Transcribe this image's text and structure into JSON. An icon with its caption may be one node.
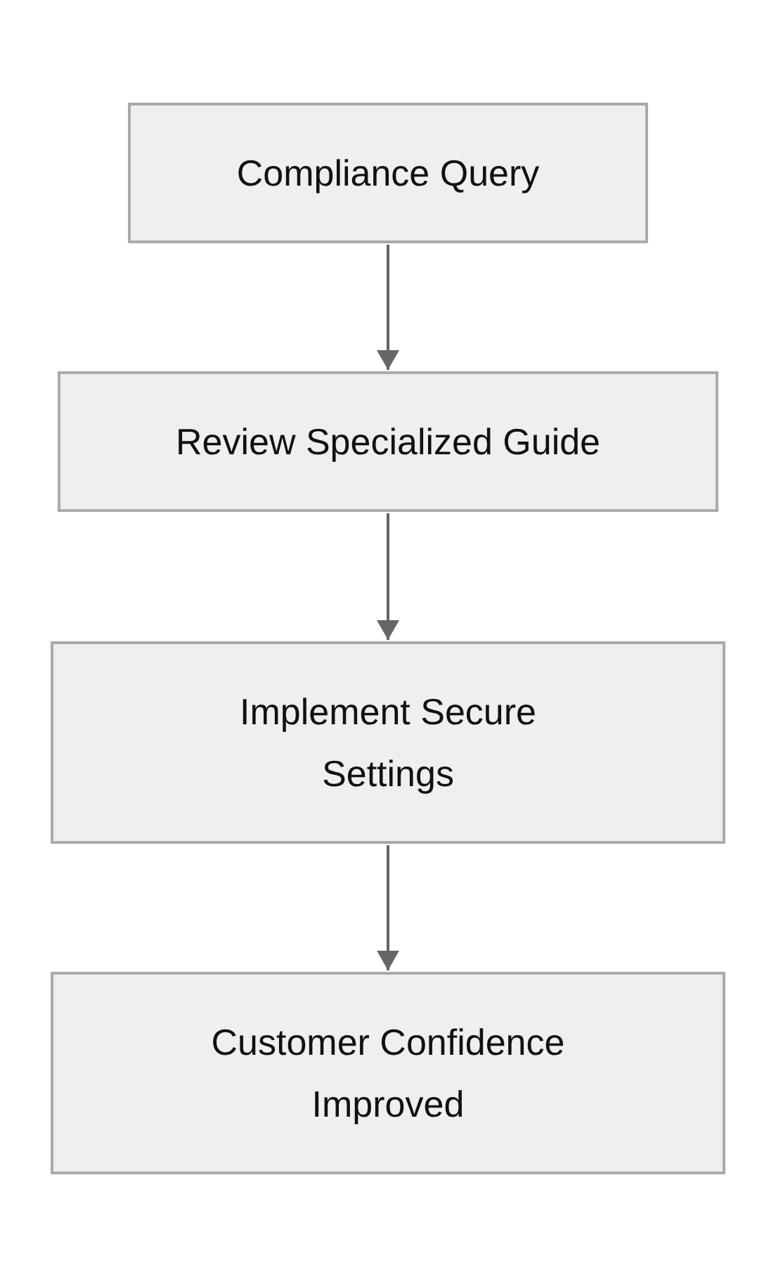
{
  "diagram": {
    "nodes": [
      {
        "text": [
          "Compliance Query"
        ]
      },
      {
        "text": [
          "Review Specialized Guide"
        ]
      },
      {
        "text": [
          "Implement Secure Settings"
        ]
      },
      {
        "text": [
          "Customer Confidence Improved"
        ]
      }
    ],
    "edges": [
      {
        "from": 0,
        "to": 1,
        "arrow": "to"
      },
      {
        "from": 1,
        "to": 2,
        "arrow": "to"
      },
      {
        "from": 2,
        "to": 3,
        "arrow": "to"
      }
    ]
  }
}
